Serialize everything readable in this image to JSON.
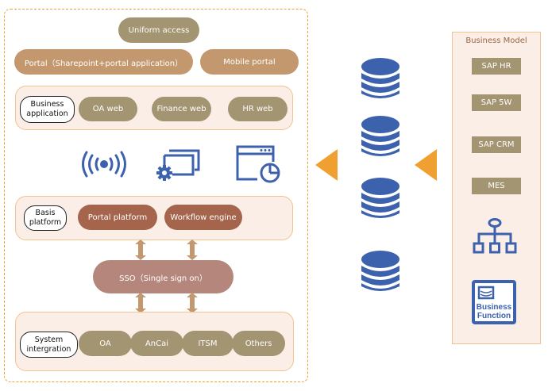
{
  "access_layer": {
    "uniform_access": "Uniform access",
    "portal": "Portal（Sharepoint+portal application）",
    "mobile_portal": "Mobile portal"
  },
  "business_application": {
    "label": "Business application",
    "items": [
      "OA web",
      "Finance web",
      "HR web"
    ]
  },
  "icons": [
    "wireless-signal-icon",
    "settings-windows-icon",
    "browser-chart-icon"
  ],
  "basis_platform": {
    "label": "Basis platform",
    "items": [
      "Portal platform",
      "Workflow engine"
    ]
  },
  "sso": "SSO（Single sign on）",
  "system_integration": {
    "label": "System intergration",
    "items": [
      "OA",
      "AnCai",
      "ITSM",
      "Others"
    ]
  },
  "databases": [
    "database-icon",
    "database-icon",
    "database-icon",
    "database-icon"
  ],
  "business_model": {
    "title": "Business Model",
    "items": [
      "SAP HR",
      "SAP 5W",
      "SAP CRM",
      "MES"
    ],
    "function_icon_text": [
      "Business",
      "Function"
    ]
  },
  "colors": {
    "accent_orange": "#f0a030",
    "icon_blue": "#3d62ad",
    "pill_gold": "#a39472",
    "pill_tan": "#c4986e",
    "pill_brown": "#a5644c",
    "pill_mauve": "#b5877c",
    "band_fill": "#fbeee6"
  }
}
